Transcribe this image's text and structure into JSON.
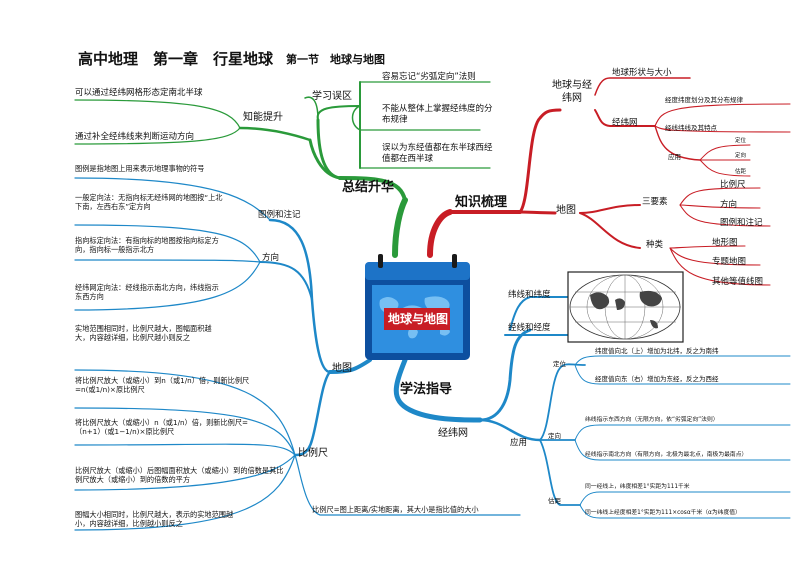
{
  "header": {
    "title": "高中地理　第一章　行星地球",
    "section": "第一节　地球与地图"
  },
  "center": {
    "label": "地球与地图"
  },
  "main_branches": {
    "summary": "总结升华",
    "knowledge": "知识梳理",
    "method": "学法指导"
  },
  "summary": {
    "zhishi_tisheng": "知能提升",
    "zt_items": [
      "可以通过经纬网格形态定南北半球",
      "通过补全经纬线来判断运动方向"
    ],
    "xuexi_wuqu": "学习误区",
    "wq_items": [
      "容易忘记“劣弧定向”法则",
      "不能从整体上掌握经纬度的分布规律",
      "误以为东经值都在东半球西经值都在西半球"
    ]
  },
  "knowledge": {
    "dqjww": "地球与经纬网",
    "dqxz": "地球形状与大小",
    "jww": "经纬网",
    "jwd_items": [
      "经度纬度划分及其分布规律",
      "经线纬线及其特点"
    ],
    "yingyong": "应用",
    "yy_items": [
      "定位",
      "定向",
      "估距"
    ],
    "ditu": "地图",
    "sys": "三要素",
    "sys_items": [
      "比例尺",
      "方向",
      "图例和注记"
    ],
    "zhonglei": "种类",
    "zl_items": [
      "地形图",
      "专题地图",
      "其他等值线图"
    ]
  },
  "method": {
    "wx": "纬线和纬度",
    "jx": "经线和经度",
    "jww": "经纬网",
    "yingyong": "应用",
    "dingwei": "定位",
    "dw_items": [
      "纬度值向北（上）增加为北纬，反之为南纬",
      "经度值向东（右）增加为东经，反之为西经"
    ],
    "dingxiang": "定向",
    "dx_items": [
      "纬线指示东西方向（无限方向，依“劣弧定向”法则）",
      "经线指示南北方向（有限方向，北极为最北点，南极为最南点）"
    ],
    "guju": "估距",
    "gj_items": [
      "同一经线上，纬度相差1°实距为111千米",
      "同一纬线上经度相差1°实距为111×cosα千米（α为纬度值）"
    ],
    "map": "地图",
    "tuli": "图例和注记",
    "tuli_item": "图例是指地图上用来表示地理事物的符号",
    "fangxiang": "方向",
    "fx_items": [
      "一般定向法：无指向标无经纬网的地图按“上北下南，左西右东”定方向",
      "指向标定向法：有指向标的地图按指向标定方向，指向标一般指示北方",
      "经纬网定向法：经线指示南北方向，纬线指示东西方向"
    ],
    "bls": "比例尺",
    "bls_items": [
      "实地范围相同时，比例尺越大，图幅面积越大，内容越详细，比例尺越小则反之",
      "将比例尺放大（或缩小）到n（或1/n）倍，则新比例尺=n(或1/n)×原比例尺",
      "将比例尺放大（或缩小）n（或1/n）倍，则新比例尺=（n+1）(或1−1/n)×原比例尺",
      "比例尺放大（或缩小）后图幅面积放大（或缩小）到的倍数是其比例尺放大（或缩小）到的倍数的平方",
      "图幅大小相同时，比例尺越大，表示的实地范围越小，内容越详细，比例越小则反之"
    ],
    "bls_def": "比例尺=图上距离/实地距离，其大小是指比值的大小"
  },
  "colors": {
    "green": "#2a9a3a",
    "red": "#c81d25",
    "blue": "#1e88c8",
    "center": "#1976d2"
  }
}
